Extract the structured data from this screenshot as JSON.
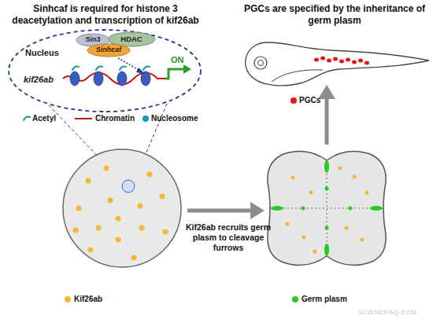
{
  "diagram": {
    "nodes": [
      {
        "text": [
          "Nucleus",
          "kif26ab"
        ]
      },
      {
        "text": [
          "Sin3"
        ],
        "in": 0
      },
      {
        "text": [
          "HDAC"
        ],
        "in": 0
      },
      {
        "text": [
          "Sinhcaf"
        ],
        "in": 0
      }
    ],
    "labels": [
      "Sinhcaf is required for histone 3 deacetylation and transcription of kif26ab",
      "ON",
      "Kif26ab recruits germ plasm to cleavage furrows",
      "PGCs are specified by the inheritance of germ plasm",
      "SCIENCEAQ.COM"
    ],
    "legend": [
      {
        "text": "Acetyl"
      },
      {
        "text": "Chromatin"
      },
      {
        "text": "Nucleosome",
        "color": "#1b8fd2"
      },
      {
        "text": "PGCs",
        "color": "#e8141b"
      },
      {
        "text": "Kif26ab",
        "color": "#f5b82e"
      },
      {
        "text": "Germ plasm",
        "color": "#22cc22"
      }
    ]
  }
}
